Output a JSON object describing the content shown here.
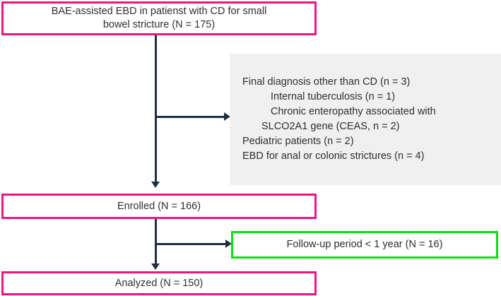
{
  "diagram": {
    "type": "flowchart",
    "title": "Patient enrollment flow diagram",
    "colors": {
      "primary_box_border": "#f3157f",
      "exclusion_box_border": "#0be00b",
      "panel_background": "#f0f0f0",
      "connector": "#1f3040",
      "text": "#2f2f2f",
      "page_background": "#ffffff"
    }
  },
  "nodes": {
    "source": {
      "line1": "BAE-assisted EBD in patienst with CD for small",
      "line2": "bowel stricture (N = 175)",
      "count": 175
    },
    "enrolled": {
      "label": "Enrolled (N = 166)",
      "count": 166
    },
    "analyzed": {
      "label": "Analyzed (N = 150)",
      "count": 150
    },
    "followup_excluded": {
      "label": "Follow-up period < 1 year (N = 16)",
      "count": 16
    }
  },
  "exclusions": {
    "lines": [
      {
        "text": "Final diagnosis other than CD (n = 3)",
        "indent": 0,
        "n": 3
      },
      {
        "text": "Internal tuberculosis (n = 1)",
        "indent": 1,
        "n": 1
      },
      {
        "text": "Chronic enteropathy associated with",
        "indent": 1,
        "n": null
      },
      {
        "text": "SLCO2A1 gene (CEAS, n = 2)",
        "indent": 2,
        "n": 2
      },
      {
        "text": "Pediatric patients (n = 2)",
        "indent": 0,
        "n": 2
      },
      {
        "text": "EBD for anal or colonic strictures (n = 4)",
        "indent": 0,
        "n": 4
      }
    ]
  },
  "connectors": {
    "spine_label": "main-vertical-connector",
    "branch_to_exclusions": "arrow-right-to-exclusions",
    "branch_to_followup": "arrow-right-to-followup",
    "arrow_to_enrolled": "arrow-down-to-enrolled",
    "arrow_to_analyzed": "arrow-down-to-analyzed"
  }
}
